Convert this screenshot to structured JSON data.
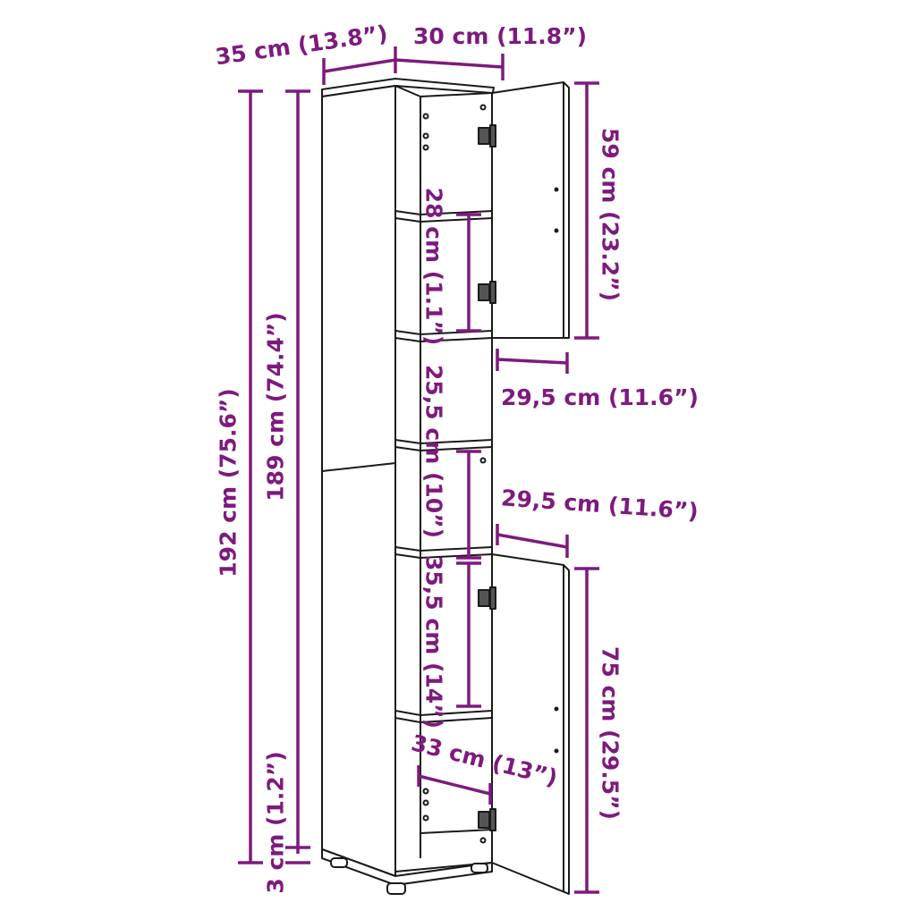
{
  "figure": {
    "type": "product-dimension-diagram",
    "subject": "tall narrow bathroom cabinet with two doors and open shelves",
    "accent_color": "#7d1a7e",
    "line_color": "#1a1a1a",
    "background": "#ffffff"
  },
  "dimensions": {
    "depth": {
      "label": "35 cm (13.8”)",
      "cm": 35,
      "in": 13.8
    },
    "width": {
      "label": "30 cm (11.8”)",
      "cm": 30,
      "in": 11.8
    },
    "total_height": {
      "label": "192 cm (75.6”)",
      "cm": 192,
      "in": 75.6
    },
    "body_height": {
      "label": "189 cm (74.4”)",
      "cm": 189,
      "in": 74.4
    },
    "foot_height": {
      "label": "3 cm (1.2”)",
      "cm": 3,
      "in": 1.2
    },
    "upper_door_height": {
      "label": "59 cm (23.2”)",
      "cm": 59,
      "in": 23.2
    },
    "lower_door_height": {
      "label": "75 cm (29.5”)",
      "cm": 75,
      "in": 29.5
    },
    "upper_compartment": {
      "label": "28 cm (1.1”)",
      "cm": 28,
      "in": 1.1
    },
    "open_shelf": {
      "label": "25,5 cm (10”)",
      "cm": 25.5,
      "in": 10
    },
    "lower_compartment": {
      "label": "35,5 cm (14”)",
      "cm": 35.5,
      "in": 14
    },
    "upper_door_width": {
      "label": "29,5 cm (11.6”)",
      "cm": 29.5,
      "in": 11.6
    },
    "lower_door_width": {
      "label": "29,5 cm (11.6”)",
      "cm": 29.5,
      "in": 11.6
    },
    "inner_depth": {
      "label": "33 cm (13”)",
      "cm": 33,
      "in": 13
    }
  }
}
